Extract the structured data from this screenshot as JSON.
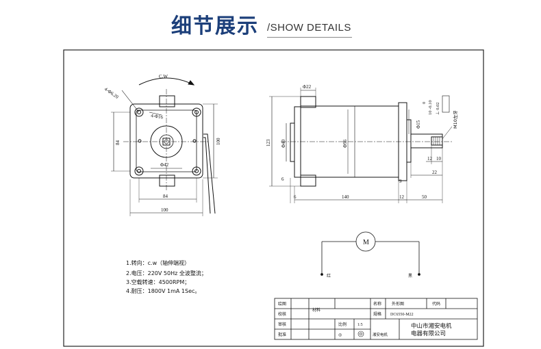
{
  "header": {
    "title": "细节展示",
    "subtitle": "/SHOW DETAILS"
  },
  "drawing": {
    "rotation_label": "C.W",
    "front_view": {
      "holes_label": "4-Φ6.20",
      "holes_small_label": "4-Φ16",
      "bore_label": "Φ42",
      "dim_height_inner": "84",
      "dim_height_outer": "100",
      "dim_width_inner": "84",
      "dim_width_outer": "100"
    },
    "side_view": {
      "top_dia": "Φ22",
      "left_height": "123",
      "flange_dia": "Φ40",
      "body_dia": "Φ96",
      "shaft_dia": "Φ15",
      "tol_top": "0",
      "tol_bottom": "10 -0.10",
      "flatness": "⊥ 0.02",
      "thread": "M10左牙",
      "dim_left_small": "6",
      "dim_bottom_left": "6",
      "dim_body_length": "140",
      "dim_flange": "12",
      "dim_shaft": "50",
      "dim_9": "9",
      "dim_12": "12",
      "dim_10": "10",
      "dim_22": "22"
    },
    "circuit": {
      "motor": "M",
      "wire_left": "红",
      "wire_right": "黑"
    },
    "notes": [
      "1.转向：c.w（轴伸端视）",
      "2.电压：220V 50Hz 全波整流；",
      "3.空载转速：4500RPM；",
      "4.耐压：1800V 1mA 1Sec。"
    ]
  },
  "title_block": {
    "row1": {
      "c1": "绘图",
      "c3": "名称",
      "c4": "外形图",
      "c5": "代码"
    },
    "row2": {
      "c1": "校核",
      "material": "材料",
      "c3": "规格",
      "c4": "DC6550-M22"
    },
    "row3": {
      "c1": "审核",
      "c2": "比例",
      "c3": "1:5"
    },
    "row4": {
      "c1": "批准",
      "projection": "◎",
      "c3": "湘安电机"
    },
    "company_line1": "中山市湘安电机",
    "company_line2": "电器有限公司"
  }
}
